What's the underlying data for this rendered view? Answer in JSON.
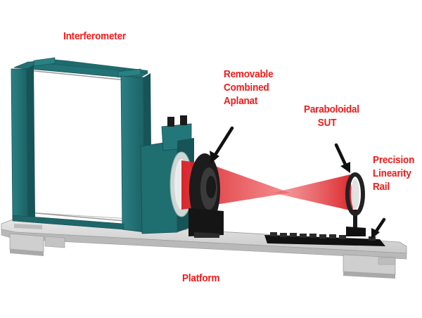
{
  "labels": {
    "interferometer": "Interferometer",
    "aplanat": [
      "Removable",
      "Combined",
      "Aplanat"
    ],
    "sut": [
      "Paraboloidal",
      "SUT"
    ],
    "rail": [
      "Precision",
      "Linearity",
      "Rail"
    ],
    "platform": "Platform"
  },
  "colors": {
    "label": "#ee1c1c",
    "housing": "#1f6e70",
    "housing_dark": "#174f52",
    "platform": "#d3d3d3",
    "platform_shadow": "#9a9a9a",
    "beam": "#e8393d",
    "mount": "#1e1e1e"
  }
}
